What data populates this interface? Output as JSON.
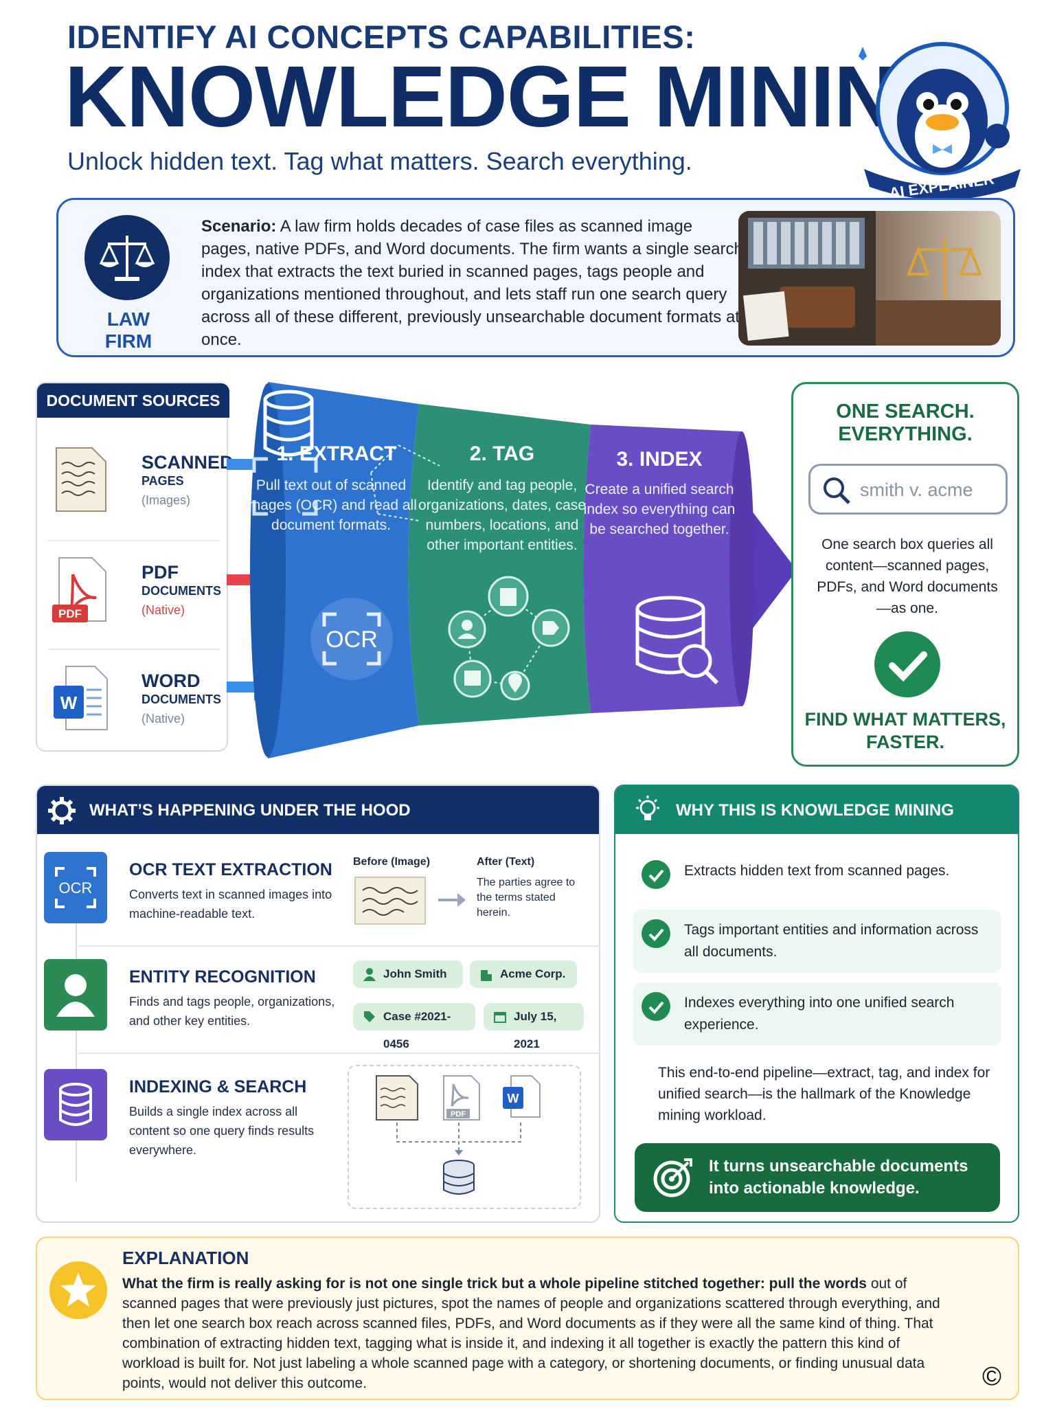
{
  "header": {
    "supertitle": "IDENTIFY AI CONCEPTS CAPABILITIES:",
    "title": "KNOWLEDGE MINING",
    "tagline": "Unlock hidden text. Tag what matters. Search everything.",
    "badge": "AI EXPLAINER"
  },
  "scenario": {
    "label": "LAW FIRM",
    "lead": "Scenario:",
    "text": " A law firm holds decades of case files as scanned image pages, native PDFs, and Word documents. The firm wants a single search index that extracts the text buried in scanned pages, tags people and organizations mentioned throughout, and lets staff run one search query across all of these different, previously unsearchable document formats at once."
  },
  "sources": {
    "title": "DOCUMENT SOURCES",
    "items": [
      {
        "name": "SCANNED",
        "sub": "PAGES",
        "note": "(Images)",
        "icon": "scanned-page-icon",
        "arrow_color": "#3b8ee8"
      },
      {
        "name": "PDF",
        "sub": "DOCUMENTS",
        "note": "(Native)",
        "icon": "pdf-icon",
        "icon_label": "PDF",
        "arrow_color": "#e8434a"
      },
      {
        "name": "WORD",
        "sub": "DOCUMENTS",
        "note": "(Native)",
        "icon": "word-icon",
        "icon_label": "W",
        "arrow_color": "#3b8ee8"
      }
    ]
  },
  "pipeline": {
    "stages": [
      {
        "title": "1. EXTRACT",
        "text": "Pull text out of scanned images (OCR) and read all document formats.",
        "icon": "ocr-icon",
        "icon_label": "OCR",
        "color": "#2f73d0"
      },
      {
        "title": "2. TAG",
        "text": "Identify and tag people, organizations, dates, case numbers, locations, and other important entities.",
        "icon": "entity-network-icon",
        "color": "#2c8f78"
      },
      {
        "title": "3. INDEX",
        "text": "Create a unified search index so everything can be searched together.",
        "icon": "database-search-icon",
        "color": "#6a4cc4"
      }
    ]
  },
  "one_search": {
    "title": "ONE SEARCH. EVERYTHING.",
    "query": "smith v. acme",
    "description": "One search box queries all content—scanned pages, PDFs, and Word documents—as one.",
    "footer": "FIND WHAT MATTERS, FASTER."
  },
  "hood": {
    "title": "WHAT’S HAPPENING UNDER THE HOOD",
    "rows": [
      {
        "name": "OCR TEXT EXTRACTION",
        "desc": "Converts text in scanned images into machine-readable text.",
        "icon": "ocr-icon",
        "icon_label": "OCR",
        "color": "#2f73d0"
      },
      {
        "name": "ENTITY RECOGNITION",
        "desc": "Finds and tags people, organizations, and other key entities.",
        "icon": "person-icon",
        "color": "#2c8a55"
      },
      {
        "name": "INDEXING & SEARCH",
        "desc": "Builds a single index across all content so one query finds results everywhere.",
        "icon": "database-icon",
        "color": "#6a4cc4"
      }
    ],
    "before_label": "Before (Image)",
    "after_label": "After (Text)",
    "after_text": "The parties agree to the terms stated herein.",
    "chips": [
      {
        "label": "John Smith",
        "icon": "person-icon"
      },
      {
        "label": "Acme Corp.",
        "icon": "building-icon"
      },
      {
        "label": "Case #2021-0456",
        "icon": "tag-icon"
      },
      {
        "label": "July 15, 2021",
        "icon": "calendar-icon"
      }
    ],
    "index_pdf_label": "PDF",
    "index_word_label": "W"
  },
  "why": {
    "title": "WHY THIS IS KNOWLEDGE MINING",
    "items": [
      "Extracts hidden text from scanned pages.",
      "Tags important entities and information across all documents.",
      "Indexes everything into one unified search experience."
    ],
    "description": "This end-to-end pipeline—extract, tag, and index for unified search—is the hallmark of the Knowledge mining workload.",
    "banner": "It turns unsearchable documents into actionable knowledge."
  },
  "explanation": {
    "title": "EXPLANATION",
    "text_strong": "What the firm is really asking for is not one single trick but a whole pipeline stitched together: pull the words",
    "text": " out of scanned pages that were previously just pictures, spot the names of people and organizations scattered through everything, and then let one search box reach across scanned files, PDFs, and Word documents as if they were all the same kind of thing. That combination of extracting hidden text, tagging what is inside it, and indexing it all together is exactly the pattern this kind of workload is built for. Not just labeling a whole scanned page with a category, or shortening documents, or finding unusual data points, would not deliver this outcome.",
    "copyright": "©"
  }
}
